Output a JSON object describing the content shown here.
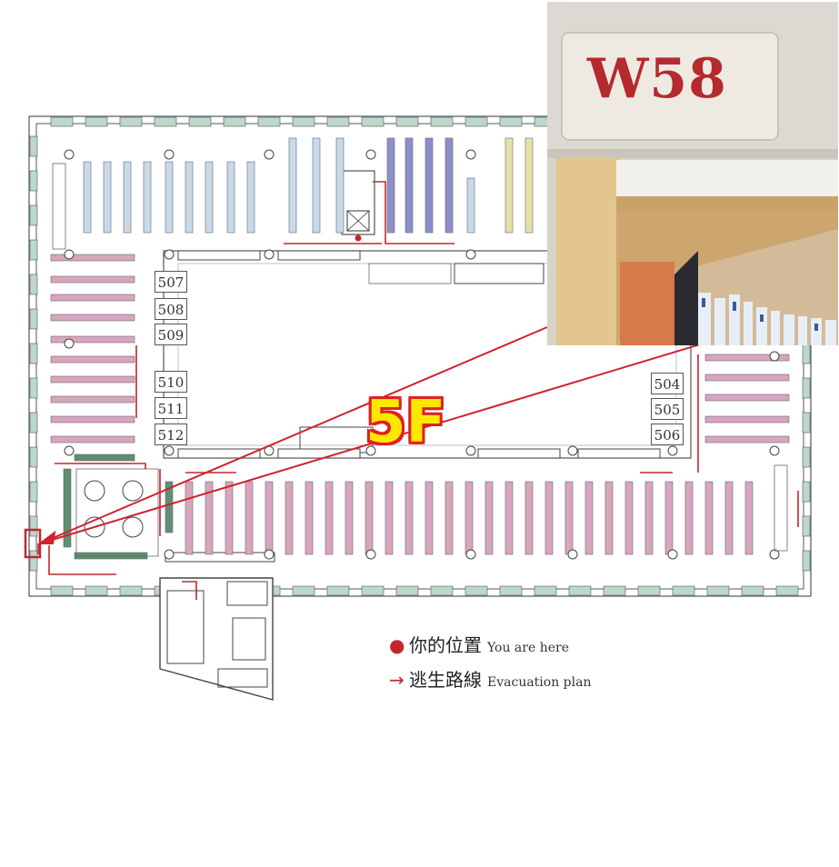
{
  "floor": {
    "label": "5F"
  },
  "rooms": {
    "left": [
      "507",
      "508",
      "509",
      "510",
      "511",
      "512"
    ],
    "right": [
      "504",
      "505",
      "506"
    ]
  },
  "legend": {
    "here": {
      "zh": "你的位置",
      "en": "You are here"
    },
    "route": {
      "zh": "逃生路線",
      "en": "Evacuation plan"
    }
  },
  "photo": {
    "sign": "W58"
  },
  "colors": {
    "route": "#c0282e",
    "wall_green": "#bcd8c6",
    "stack_blue": "#c9d9e6",
    "stack_navy": "#8b90c8",
    "stack_yellow": "#e6e0a8",
    "stack_pink": "#d8a6bc",
    "stack_green": "#5f8f70",
    "floor_label": "#ffe800"
  }
}
